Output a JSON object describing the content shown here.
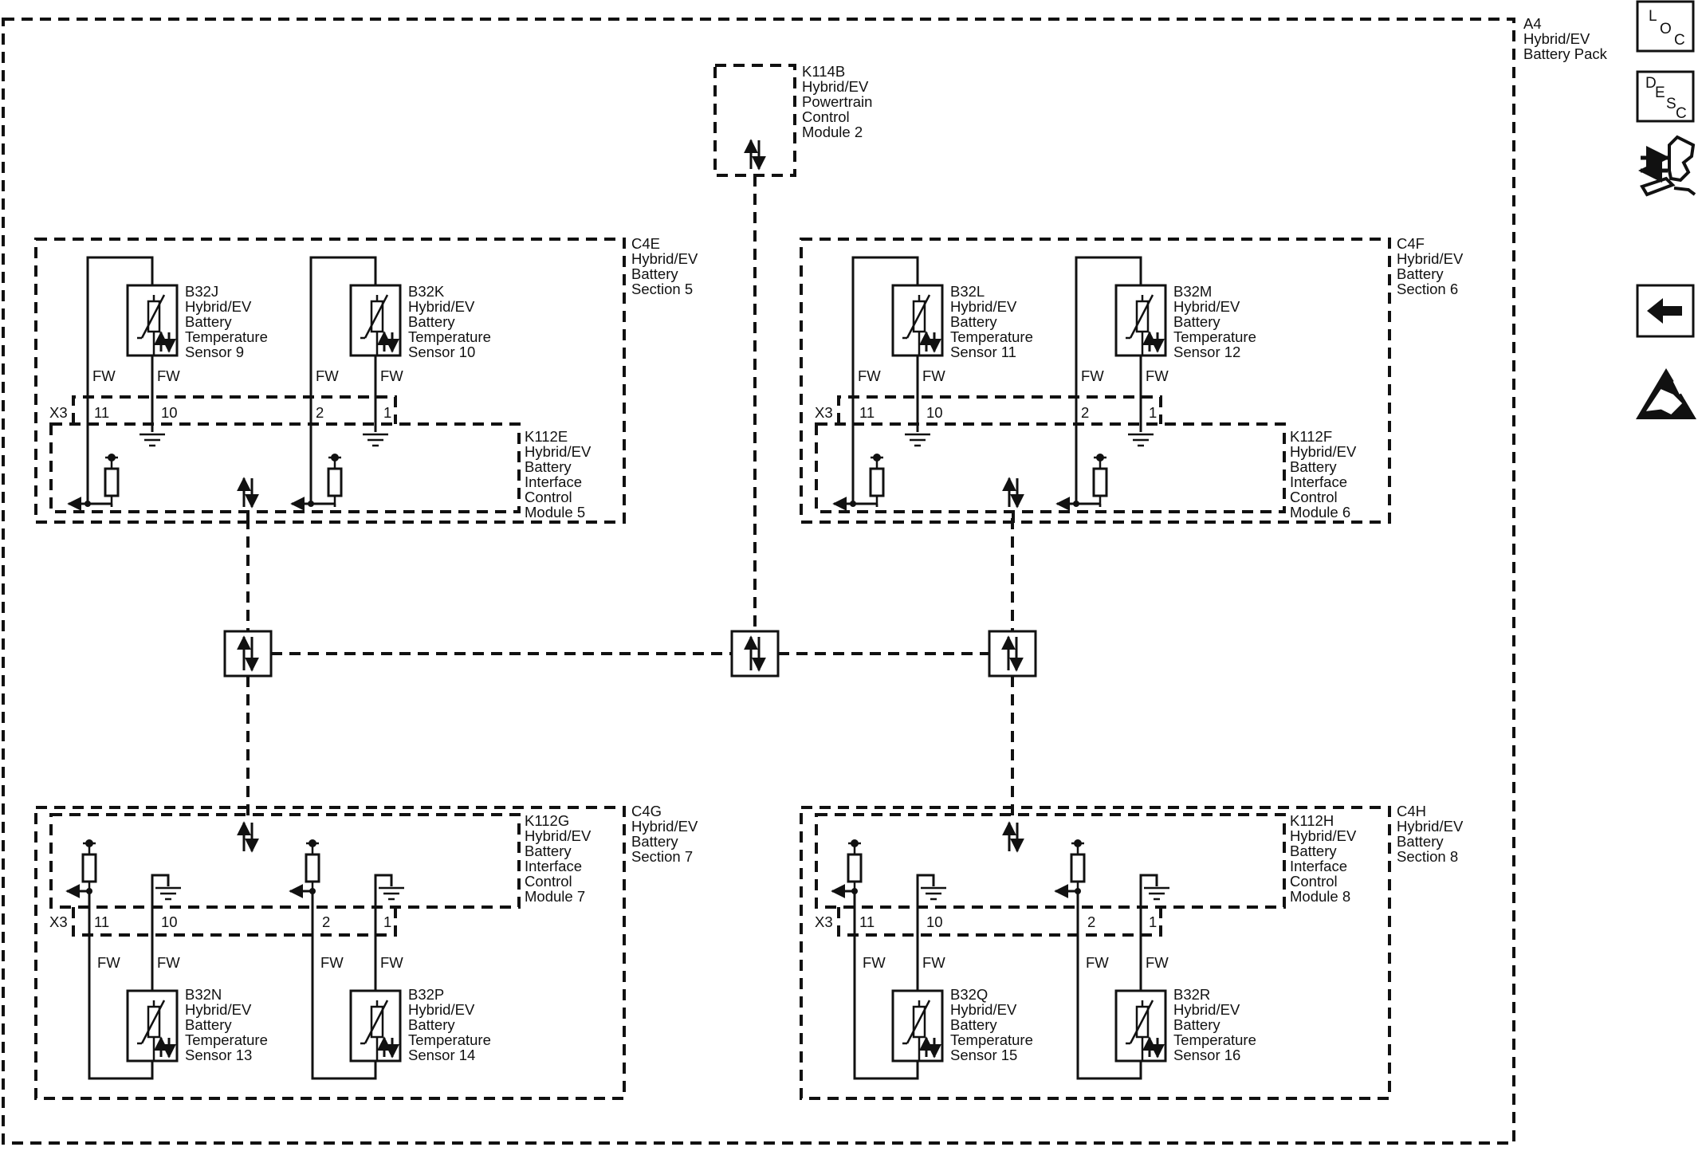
{
  "pack": {
    "ref": "A4",
    "name": [
      "Hybrid/EV",
      "Battery Pack"
    ]
  },
  "pcm": {
    "ref": "K114B",
    "name": [
      "Hybrid/EV",
      "Powertrain",
      "Control",
      "Module 2"
    ]
  },
  "sections": [
    {
      "ref": "C4E",
      "name": [
        "Hybrid/EV",
        "Battery",
        "Section 5"
      ],
      "module": {
        "ref": "K112E",
        "name": [
          "Hybrid/EV",
          "Battery",
          "Interface",
          "Control",
          "Module 5"
        ]
      },
      "connector": "X3",
      "pins": [
        "11",
        "10",
        "2",
        "1"
      ],
      "sensors": [
        {
          "ref": "B32J",
          "name": [
            "Hybrid/EV",
            "Battery",
            "Temperature",
            "Sensor 9"
          ]
        },
        {
          "ref": "B32K",
          "name": [
            "Hybrid/EV",
            "Battery",
            "Temperature",
            "Sensor 10"
          ]
        }
      ]
    },
    {
      "ref": "C4F",
      "name": [
        "Hybrid/EV",
        "Battery",
        "Section 6"
      ],
      "module": {
        "ref": "K112F",
        "name": [
          "Hybrid/EV",
          "Battery",
          "Interface",
          "Control",
          "Module 6"
        ]
      },
      "connector": "X3",
      "pins": [
        "11",
        "10",
        "2",
        "1"
      ],
      "sensors": [
        {
          "ref": "B32L",
          "name": [
            "Hybrid/EV",
            "Battery",
            "Temperature",
            "Sensor 11"
          ]
        },
        {
          "ref": "B32M",
          "name": [
            "Hybrid/EV",
            "Battery",
            "Temperature",
            "Sensor 12"
          ]
        }
      ]
    },
    {
      "ref": "C4G",
      "name": [
        "Hybrid/EV",
        "Battery",
        "Section 7"
      ],
      "module": {
        "ref": "K112G",
        "name": [
          "Hybrid/EV",
          "Battery",
          "Interface",
          "Control",
          "Module 7"
        ]
      },
      "connector": "X3",
      "pins": [
        "11",
        "10",
        "2",
        "1"
      ],
      "sensors": [
        {
          "ref": "B32N",
          "name": [
            "Hybrid/EV",
            "Battery",
            "Temperature",
            "Sensor 13"
          ]
        },
        {
          "ref": "B32P",
          "name": [
            "Hybrid/EV",
            "Battery",
            "Temperature",
            "Sensor 14"
          ]
        }
      ]
    },
    {
      "ref": "C4H",
      "name": [
        "Hybrid/EV",
        "Battery",
        "Section 8"
      ],
      "module": {
        "ref": "K112H",
        "name": [
          "Hybrid/EV",
          "Battery",
          "Interface",
          "Control",
          "Module 8"
        ]
      },
      "connector": "X3",
      "pins": [
        "11",
        "10",
        "2",
        "1"
      ],
      "sensors": [
        {
          "ref": "B32Q",
          "name": [
            "Hybrid/EV",
            "Battery",
            "Temperature",
            "Sensor 15"
          ]
        },
        {
          "ref": "B32R",
          "name": [
            "Hybrid/EV",
            "Battery",
            "Temperature",
            "Sensor 16"
          ]
        }
      ]
    }
  ],
  "wire_label": "FW",
  "toolbar": [
    {
      "id": "loc",
      "letters": [
        "L",
        "O",
        "C"
      ],
      "icon": "location-icon"
    },
    {
      "id": "desc",
      "letters": [
        "D",
        "E",
        "S",
        "C"
      ],
      "icon": "description-icon"
    },
    {
      "id": "connector",
      "icon": "connector-repair-icon"
    },
    {
      "id": "back",
      "icon": "back-arrow-icon"
    },
    {
      "id": "esd",
      "icon": "esd-warning-icon"
    }
  ]
}
